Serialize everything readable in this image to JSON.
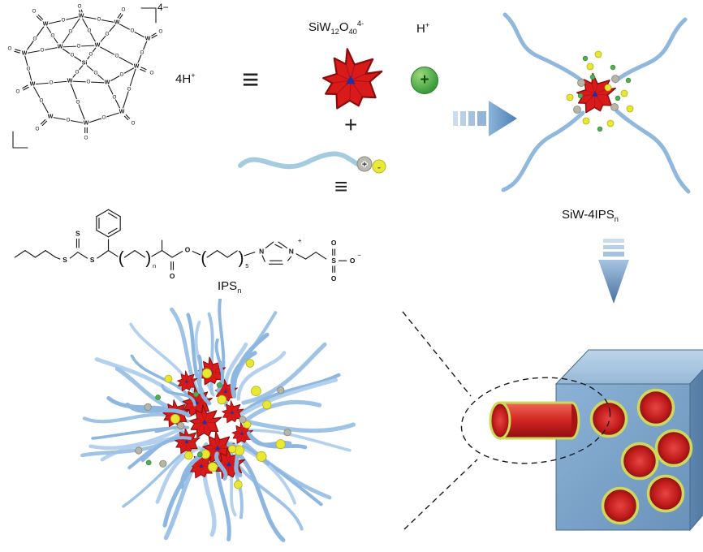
{
  "labels": {
    "charge": "4−",
    "counterion": {
      "b": "4H",
      "sup": "+"
    },
    "equiv": "≡",
    "plus": "+",
    "siw": {
      "b1": "SiW",
      "s1": "12",
      "b2": "O",
      "s2": "40",
      "sup": "4-"
    },
    "hplus": {
      "b": "H",
      "sup": "+"
    },
    "ips": {
      "b": "IPS",
      "sub": "n"
    },
    "siw_4ips": {
      "b": "SiW-4IPS",
      "sub": "n"
    },
    "cation_sign": "+",
    "anion_sign": "-",
    "hydrogen_sign": "+"
  },
  "colors": {
    "red": "#d81a1a",
    "dark_red": "#8a0c0c",
    "core_blue": "#1f2fae",
    "blue_chain": "#9fc3e6",
    "cube_blue": "#7fa8cf",
    "yellow": "#e8e832",
    "green": "#52ad52",
    "gray": "#b5b5aa",
    "arrow_blue": "#5b8fc4"
  },
  "keggin_structure": {
    "lines": [
      [
        50,
        26,
        94,
        16
      ],
      [
        94,
        16,
        138,
        24
      ],
      [
        138,
        24,
        176,
        44
      ],
      [
        50,
        26,
        24,
        62
      ],
      [
        50,
        26,
        68,
        54
      ],
      [
        94,
        16,
        68,
        54
      ],
      [
        94,
        16,
        114,
        52
      ],
      [
        138,
        24,
        114,
        52
      ],
      [
        176,
        44,
        162,
        78
      ],
      [
        24,
        62,
        68,
        54
      ],
      [
        68,
        54,
        114,
        52
      ],
      [
        114,
        52,
        162,
        78
      ],
      [
        24,
        62,
        34,
        100
      ],
      [
        34,
        100,
        80,
        96
      ],
      [
        80,
        96,
        126,
        98
      ],
      [
        126,
        98,
        162,
        78
      ],
      [
        34,
        100,
        56,
        140
      ],
      [
        56,
        140,
        100,
        148
      ],
      [
        100,
        148,
        144,
        134
      ],
      [
        144,
        134,
        162,
        78
      ],
      [
        80,
        96,
        100,
        148
      ],
      [
        126,
        98,
        144,
        134
      ],
      [
        98,
        74,
        68,
        54
      ],
      [
        98,
        74,
        114,
        52
      ],
      [
        98,
        74,
        80,
        96
      ],
      [
        98,
        74,
        126,
        98
      ],
      [
        168,
        6,
        186,
        6
      ],
      [
        186,
        6,
        186,
        24
      ],
      [
        10,
        158,
        10,
        178
      ],
      [
        10,
        178,
        28,
        178
      ]
    ],
    "dbonds": [
      [
        46,
        21,
        40,
        15
      ],
      [
        94,
        12,
        93,
        8
      ],
      [
        140,
        19,
        144,
        13
      ],
      [
        180,
        42,
        187,
        38
      ],
      [
        19,
        60,
        12,
        58
      ],
      [
        167,
        80,
        174,
        83
      ],
      [
        29,
        102,
        22,
        106
      ],
      [
        51,
        144,
        45,
        150
      ],
      [
        100,
        153,
        100,
        160
      ],
      [
        148,
        138,
        153,
        143
      ]
    ],
    "labels": [
      [
        50,
        26,
        "W",
        7,
        700
      ],
      [
        94,
        16,
        "W",
        7,
        700
      ],
      [
        138,
        24,
        "W",
        7,
        700
      ],
      [
        176,
        44,
        "W",
        7,
        700
      ],
      [
        24,
        62,
        "W",
        7,
        700
      ],
      [
        68,
        54,
        "W",
        7,
        700
      ],
      [
        114,
        52,
        "W",
        7,
        700
      ],
      [
        162,
        78,
        "W",
        7,
        700
      ],
      [
        34,
        100,
        "W",
        7,
        700
      ],
      [
        80,
        96,
        "W",
        7,
        700
      ],
      [
        126,
        98,
        "W",
        7,
        700
      ],
      [
        56,
        140,
        "W",
        7,
        700
      ],
      [
        100,
        148,
        "W",
        7,
        700
      ],
      [
        144,
        134,
        "W",
        7,
        700
      ],
      [
        98,
        74,
        "Si",
        7,
        700
      ],
      [
        72,
        21,
        "O",
        6.3,
        400
      ],
      [
        116,
        20,
        "O",
        6.3,
        400
      ],
      [
        157,
        34,
        "O",
        6.3,
        400
      ],
      [
        37,
        44,
        "O",
        6.3,
        400
      ],
      [
        59,
        40,
        "O",
        6.3,
        400
      ],
      [
        81,
        35,
        "O",
        6.3,
        400
      ],
      [
        104,
        34,
        "O",
        6.3,
        400
      ],
      [
        126,
        38,
        "O",
        6.3,
        400
      ],
      [
        169,
        61,
        "O",
        6.3,
        400
      ],
      [
        46,
        58,
        "O",
        6.3,
        400
      ],
      [
        91,
        53,
        "O",
        6.3,
        400
      ],
      [
        138,
        65,
        "O",
        6.3,
        400
      ],
      [
        29,
        81,
        "O",
        6.3,
        400
      ],
      [
        57,
        98,
        "O",
        6.3,
        400
      ],
      [
        103,
        97,
        "O",
        6.3,
        400
      ],
      [
        144,
        88,
        "O",
        6.3,
        400
      ],
      [
        45,
        120,
        "O",
        6.3,
        400
      ],
      [
        78,
        144,
        "O",
        6.3,
        400
      ],
      [
        122,
        141,
        "O",
        6.3,
        400
      ],
      [
        153,
        106,
        "O",
        6.3,
        400
      ],
      [
        90,
        122,
        "O",
        6.3,
        400
      ],
      [
        135,
        116,
        "O",
        6.3,
        400
      ],
      [
        83,
        64,
        "O",
        6.3,
        400
      ],
      [
        106,
        63,
        "O",
        6.3,
        400
      ],
      [
        89,
        85,
        "O",
        6.3,
        400
      ],
      [
        112,
        86,
        "O",
        6.3,
        400
      ],
      [
        36,
        10,
        "O",
        6.3,
        400
      ],
      [
        92,
        4,
        "O",
        6.3,
        400
      ],
      [
        146,
        8,
        "O",
        6.3,
        400
      ],
      [
        192,
        35,
        "O",
        6.3,
        400
      ],
      [
        6,
        56,
        "O",
        6.3,
        400
      ],
      [
        181,
        86,
        "O",
        6.3,
        400
      ],
      [
        16,
        109,
        "O",
        6.3,
        400
      ],
      [
        40,
        155,
        "O",
        6.3,
        400
      ],
      [
        100,
        166,
        "O",
        6.3,
        400
      ],
      [
        158,
        148,
        "O",
        6.3,
        400
      ]
    ]
  },
  "ips_structure": {
    "lines": [
      [
        6,
        78,
        18,
        70
      ],
      [
        18,
        70,
        30,
        78
      ],
      [
        30,
        78,
        42,
        70
      ],
      [
        42,
        70,
        54,
        78
      ],
      [
        54,
        78,
        59,
        80
      ],
      [
        71,
        79,
        80,
        72
      ],
      [
        80,
        72,
        91,
        79
      ],
      [
        103,
        79,
        116,
        70
      ],
      [
        116,
        70,
        116,
        57
      ],
      [
        116,
        54,
        102,
        46
      ],
      [
        102,
        46,
        102,
        30
      ],
      [
        102,
        30,
        116,
        22
      ],
      [
        116,
        22,
        130,
        30
      ],
      [
        130,
        30,
        130,
        46
      ],
      [
        130,
        46,
        116,
        54
      ],
      [
        105,
        32,
        105,
        44
      ],
      [
        116,
        26,
        126,
        32
      ],
      [
        126,
        44,
        116,
        50
      ],
      [
        116,
        70,
        127,
        77
      ],
      [
        135,
        78,
        147,
        70
      ],
      [
        147,
        70,
        159,
        78
      ],
      [
        167,
        77,
        179,
        70
      ],
      [
        179,
        70,
        179,
        58
      ],
      [
        179,
        70,
        191,
        78
      ],
      [
        191,
        78,
        203,
        71
      ],
      [
        215,
        71,
        224,
        75
      ],
      [
        232,
        78,
        244,
        70
      ],
      [
        244,
        70,
        256,
        78
      ],
      [
        256,
        78,
        268,
        70
      ],
      [
        276,
        76,
        288,
        72
      ],
      [
        301,
        67,
        310,
        60
      ],
      [
        316,
        60,
        326,
        67
      ],
      [
        331,
        77,
        327,
        82
      ],
      [
        321,
        86,
        305,
        86
      ],
      [
        300,
        83,
        297,
        76
      ],
      [
        312,
        63,
        320,
        67
      ],
      [
        306,
        82,
        320,
        82
      ],
      [
        337,
        74,
        348,
        80
      ],
      [
        348,
        80,
        360,
        72
      ],
      [
        360,
        72,
        372,
        80
      ],
      [
        387,
        82,
        396,
        82
      ]
    ],
    "dbonds": [
      [
        80,
        67,
        80,
        56
      ],
      [
        191,
        83,
        191,
        93
      ],
      [
        381,
        76,
        381,
        68
      ],
      [
        381,
        88,
        381,
        96
      ]
    ],
    "labels": [
      [
        65,
        81,
        "S",
        8,
        700
      ],
      [
        80,
        50,
        "S",
        8,
        700
      ],
      [
        97,
        81,
        "S",
        8,
        700
      ],
      [
        191,
        100,
        "O",
        8,
        700
      ],
      [
        209,
        69,
        "O",
        8,
        700
      ],
      [
        296,
        71,
        "N",
        8,
        700
      ],
      [
        331,
        71,
        "N",
        8,
        700
      ],
      [
        341,
        58,
        "+",
        8,
        400
      ],
      [
        381,
        82,
        "S",
        8,
        700
      ],
      [
        381,
        61,
        "O",
        8,
        700
      ],
      [
        381,
        103,
        "O",
        8,
        700
      ],
      [
        403,
        82,
        "O",
        8,
        700
      ],
      [
        411,
        75,
        "−",
        8,
        400
      ],
      [
        131,
        79,
        "(",
        20,
        400
      ],
      [
        163,
        79,
        ")",
        20,
        400
      ],
      [
        170,
        88,
        "n",
        7,
        400
      ],
      [
        228,
        79,
        "(",
        20,
        400
      ],
      [
        272,
        79,
        ")",
        20,
        400
      ],
      [
        279,
        88,
        "5",
        7,
        400
      ]
    ]
  }
}
